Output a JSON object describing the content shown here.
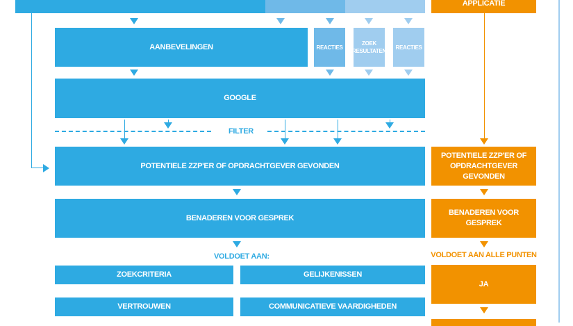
{
  "colors": {
    "blue": "#2eaae2",
    "mid_blue": "#6fb9e8",
    "light_blue": "#a0cdef",
    "orange": "#f29200"
  },
  "top": {
    "orange_label": "APPLICATIE"
  },
  "row1": {
    "aanbevelingen": "AANBEVELINGEN",
    "reacties1": "REACTIES",
    "zoekresultaten": "ZOEK RESULTATEN",
    "reacties2": "REACTIES"
  },
  "google": "GOOGLE",
  "filter": "FILTER",
  "found": "POTENTIELE ZZP'ER OF OPDRACHTGEVER GEVONDEN",
  "approach": "BENADEREN VOOR GESPREK",
  "criteria_title": "VOLDOET AAN:",
  "criteria": [
    "ZOEKCRITERIA",
    "GELIJKENISSEN",
    "VERTROUWEN",
    "COMMUNICATIEVE VAARDIGHEDEN"
  ],
  "orange": {
    "found": "POTENTIELE ZZP'ER OF OPDRACHTGEVER GEVONDEN",
    "approach": "BENADEREN VOOR GESPREK",
    "all_points": "VOLDOET AAN ALLE PUNTEN",
    "yes": "JA"
  }
}
